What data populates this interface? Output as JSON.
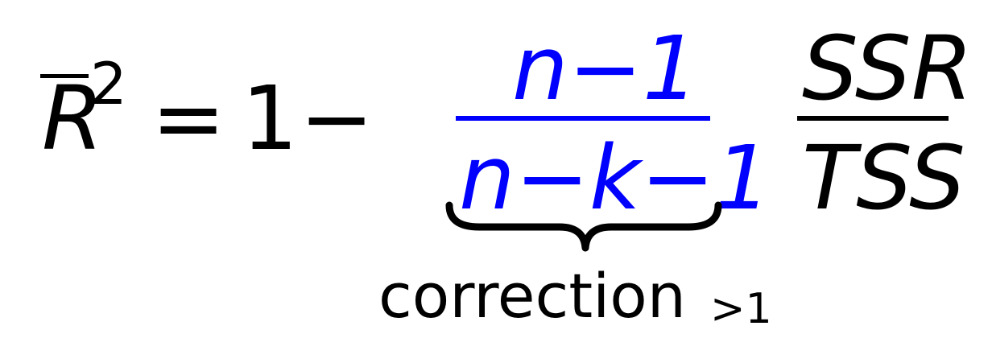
{
  "formula": {
    "lhs_symbol": "R",
    "lhs_exponent": "2",
    "equals": "=",
    "one": "1",
    "minus": "−",
    "correction_numerator": "n−1",
    "correction_denominator": "n−k−1",
    "ratio_numerator": "SSR",
    "ratio_denominator": "TSS",
    "brace_label": "correction",
    "brace_label_subscript": ">1"
  },
  "colors": {
    "text": "#000000",
    "highlight": "#0000ff"
  }
}
